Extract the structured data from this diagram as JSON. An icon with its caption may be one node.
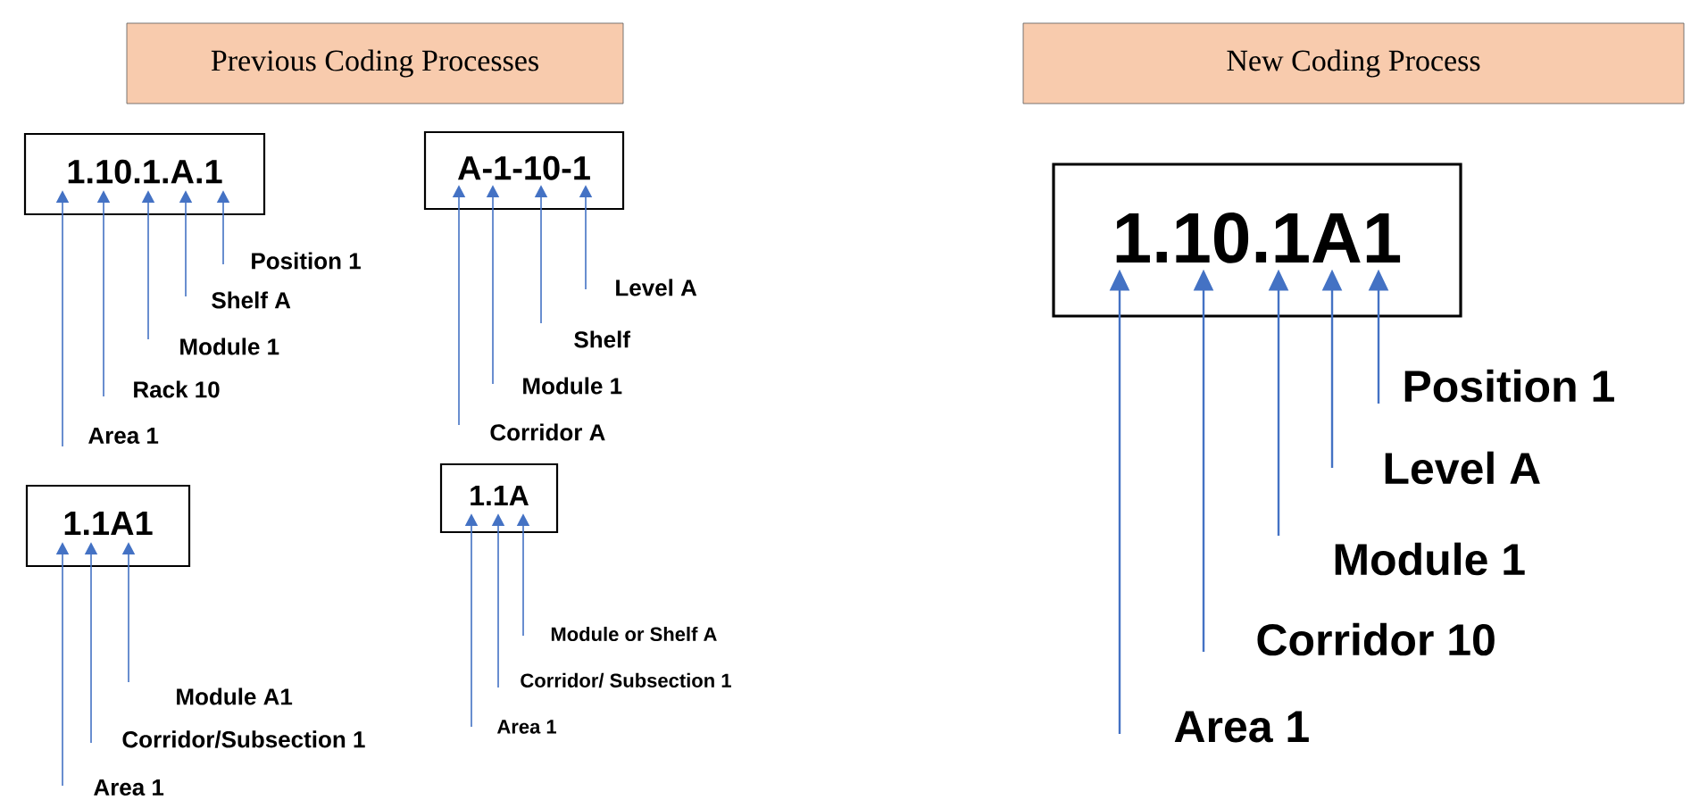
{
  "diagram": {
    "nodes": [
      {
        "text": [
          "Previous Coding Processes"
        ]
      },
      {
        "text": [
          "New Coding Process"
        ]
      },
      {
        "text": [
          "1.10.1.A.1"
        ]
      },
      {
        "text": [
          "Position 1"
        ]
      },
      {
        "text": [
          "Shelf A"
        ]
      },
      {
        "text": [
          "Module 1"
        ]
      },
      {
        "text": [
          "Rack 10"
        ]
      },
      {
        "text": [
          "Area 1"
        ]
      },
      {
        "text": [
          "A-1-10-1"
        ]
      },
      {
        "text": [
          "Level A"
        ]
      },
      {
        "text": [
          "Shelf"
        ]
      },
      {
        "text": [
          "Module 1"
        ]
      },
      {
        "text": [
          "Corridor A"
        ]
      },
      {
        "text": [
          "1.1A1"
        ]
      },
      {
        "text": [
          "Module A1"
        ]
      },
      {
        "text": [
          "Corridor/Subsection 1"
        ]
      },
      {
        "text": [
          "Area 1"
        ]
      },
      {
        "text": [
          "1.1A"
        ]
      },
      {
        "text": [
          "Module or Shelf A"
        ]
      },
      {
        "text": [
          "Corridor/ Subsection 1"
        ]
      },
      {
        "text": [
          "Area 1"
        ]
      },
      {
        "text": [
          "1.10.1A1"
        ]
      },
      {
        "text": [
          "Position 1"
        ]
      },
      {
        "text": [
          "Level A"
        ]
      },
      {
        "text": [
          "Module 1"
        ]
      },
      {
        "text": [
          "Corridor 10"
        ]
      },
      {
        "text": [
          "Area 1"
        ]
      }
    ],
    "edges": [
      {
        "from": 7,
        "to": 2,
        "arrow": "to"
      },
      {
        "from": 6,
        "to": 2,
        "arrow": "to"
      },
      {
        "from": 5,
        "to": 2,
        "arrow": "to"
      },
      {
        "from": 4,
        "to": 2,
        "arrow": "to"
      },
      {
        "from": 3,
        "to": 2,
        "arrow": "to"
      },
      {
        "from": 12,
        "to": 8,
        "arrow": "to"
      },
      {
        "from": 11,
        "to": 8,
        "arrow": "to"
      },
      {
        "from": 10,
        "to": 8,
        "arrow": "to"
      },
      {
        "from": 9,
        "to": 8,
        "arrow": "to"
      },
      {
        "from": 16,
        "to": 13,
        "arrow": "to"
      },
      {
        "from": 15,
        "to": 13,
        "arrow": "to"
      },
      {
        "from": 14,
        "to": 13,
        "arrow": "to"
      },
      {
        "from": 20,
        "to": 17,
        "arrow": "to"
      },
      {
        "from": 19,
        "to": 17,
        "arrow": "to"
      },
      {
        "from": 18,
        "to": 17,
        "arrow": "to"
      },
      {
        "from": 26,
        "to": 21,
        "arrow": "to"
      },
      {
        "from": 25,
        "to": 21,
        "arrow": "to"
      },
      {
        "from": 24,
        "to": 21,
        "arrow": "to"
      },
      {
        "from": 23,
        "to": 21,
        "arrow": "to"
      },
      {
        "from": 22,
        "to": 21,
        "arrow": "to"
      }
    ]
  }
}
